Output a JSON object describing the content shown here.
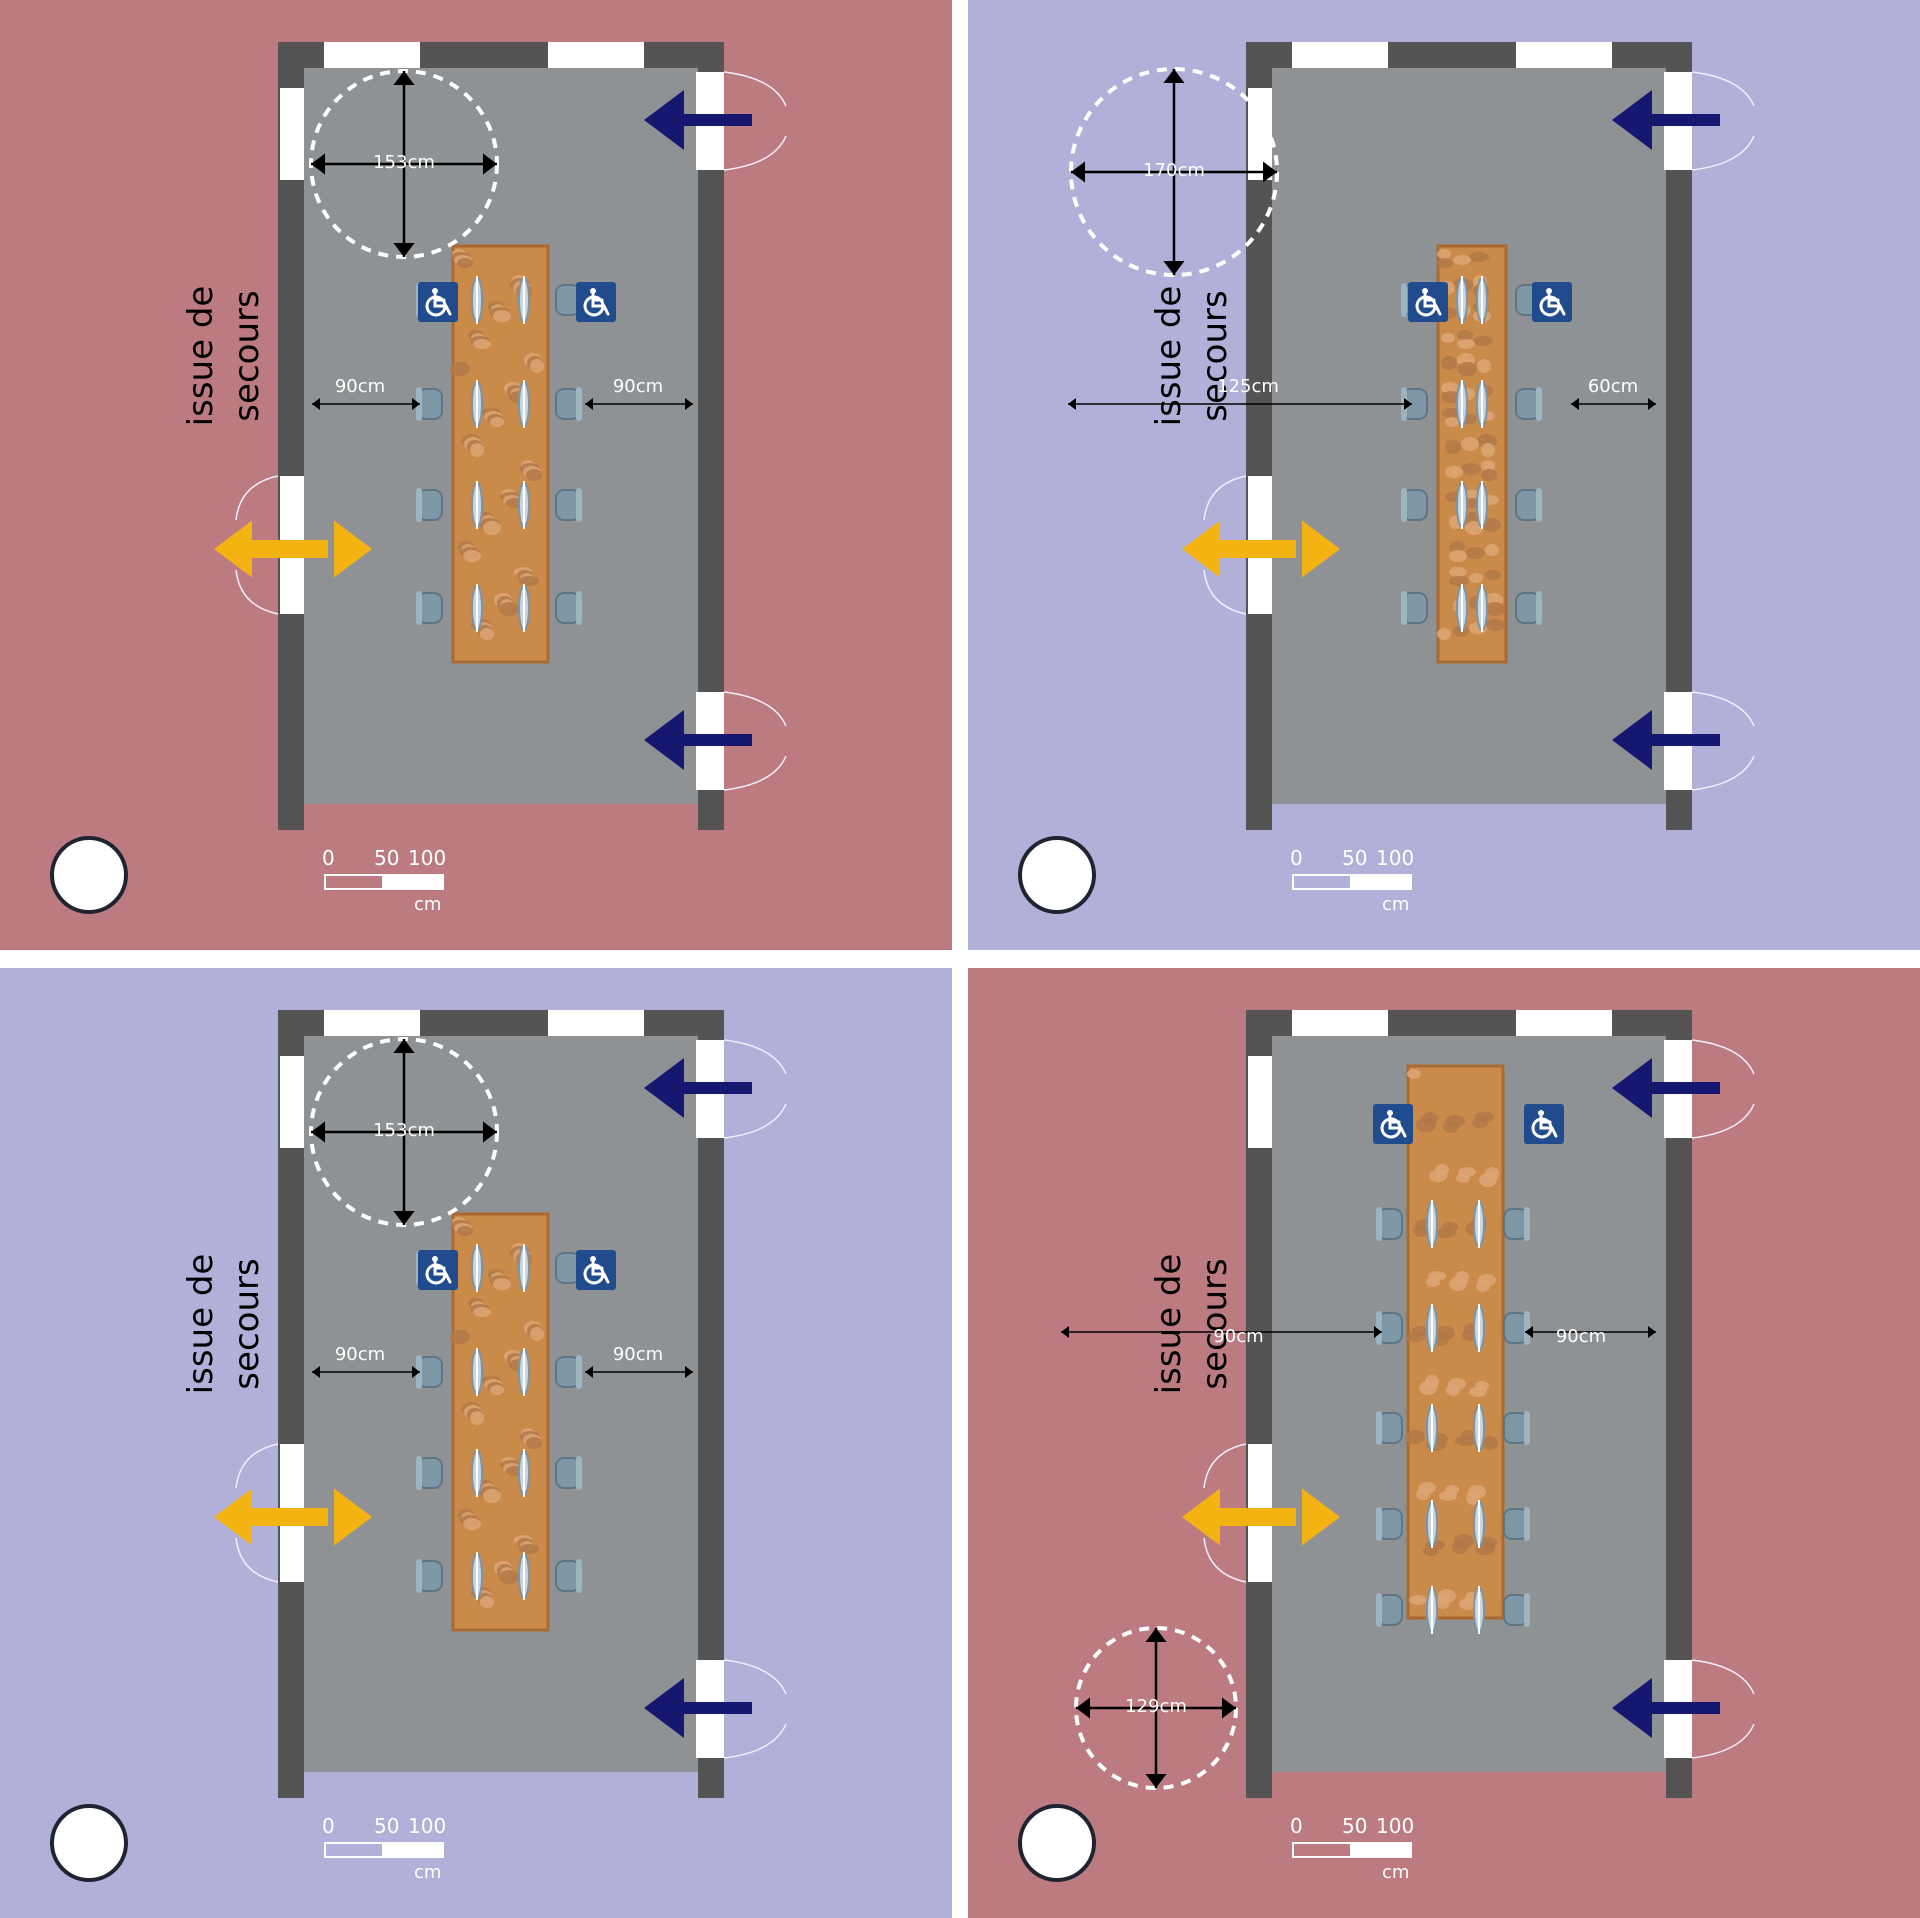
{
  "colors": {
    "background_red": "#bc7b80",
    "background_blue": "#b0b0d8",
    "wall": "#545454",
    "floor": "#8f9294",
    "table": "#c98a4a",
    "access_arrow": "#161770",
    "exit_arrow": "#f3b313",
    "access_icon": "#204c8e"
  },
  "icons": {
    "entrance": "navy-arrow-icon",
    "exit": "double-arrow-icon",
    "accessibility": "wheelchair-icon",
    "turning_space": "dashed-circle-icon"
  },
  "panels": [
    {
      "id": "top-left",
      "background": "background_red",
      "exit_label": "issue de secours",
      "turning_circle": "153cm",
      "left_clearance": "90cm",
      "right_clearance": "90cm",
      "scale": {
        "ticks": [
          "0",
          "50",
          "100"
        ],
        "unit": "cm"
      }
    },
    {
      "id": "top-right",
      "background": "background_blue",
      "exit_label": "issue de secours",
      "turning_circle": "170cm",
      "left_clearance": "125cm",
      "right_clearance": "60cm",
      "scale": {
        "ticks": [
          "0",
          "50",
          "100"
        ],
        "unit": "cm"
      }
    },
    {
      "id": "bottom-left",
      "background": "background_blue",
      "exit_label": "issue de secours",
      "turning_circle": "153cm",
      "left_clearance": "90cm",
      "right_clearance": "90cm",
      "scale": {
        "ticks": [
          "0",
          "50",
          "100"
        ],
        "unit": "cm"
      }
    },
    {
      "id": "bottom-right",
      "background": "background_red",
      "exit_label": "issue de secours",
      "turning_circle": "129cm",
      "left_clearance": "90cm",
      "right_clearance": "90cm",
      "scale": {
        "ticks": [
          "0",
          "50",
          "100"
        ],
        "unit": "cm"
      }
    }
  ]
}
